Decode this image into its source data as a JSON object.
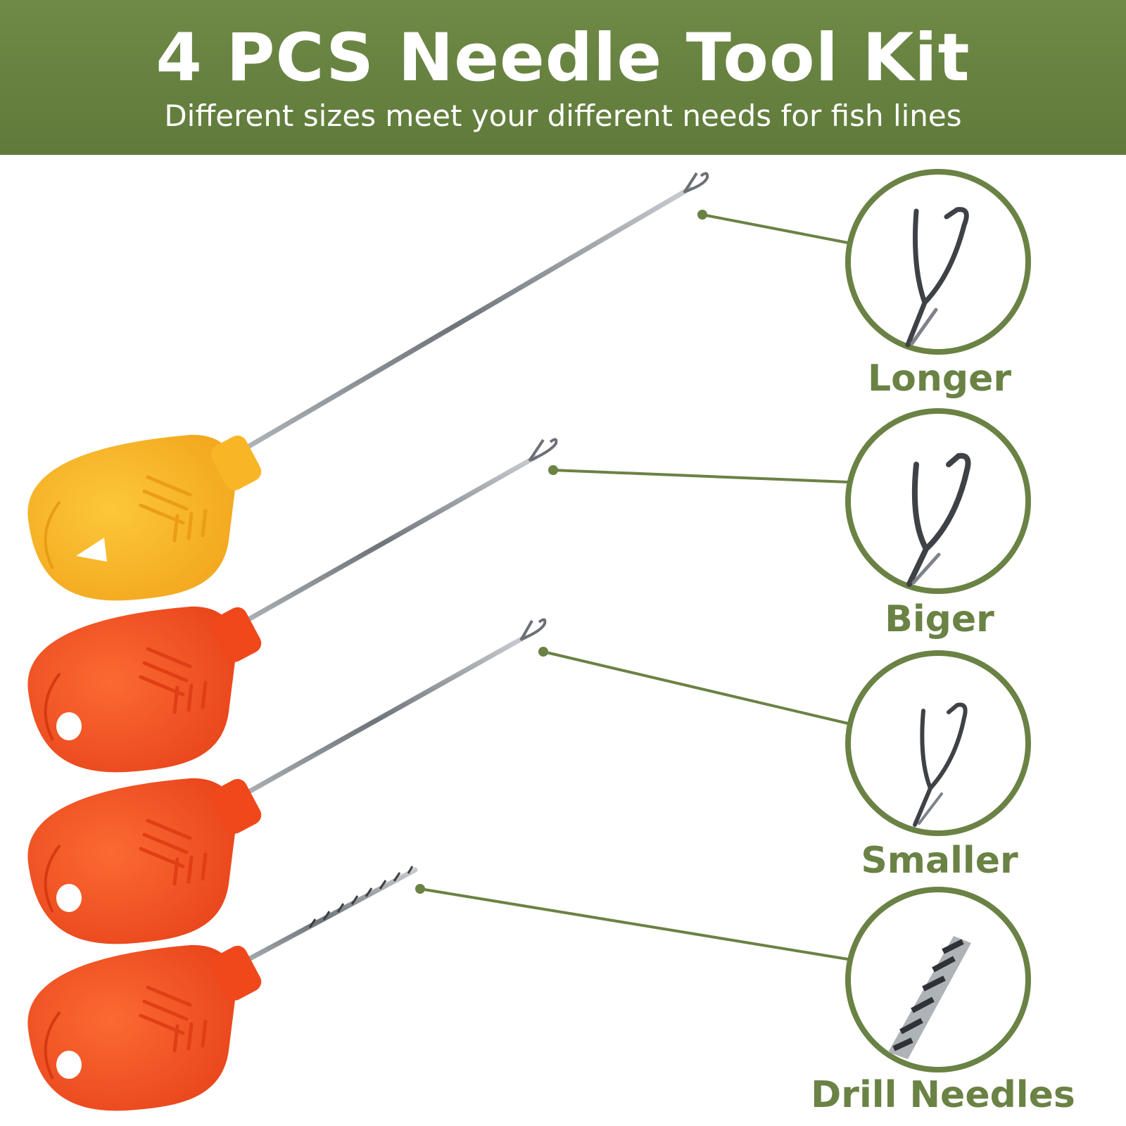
{
  "header": {
    "title": "4 PCS Needle Tool Kit",
    "subtitle": "Different sizes meet your different needs for fish lines"
  },
  "colors": {
    "banner": "#66813f",
    "accent": "#6a8244",
    "yellow_handle": "#f7b52a",
    "orange_handle": "#f4511e",
    "needle": "#8a8f94"
  },
  "tools": [
    {
      "label": "Longer",
      "handle_color": "yellow",
      "tip": "hook-needle-icon"
    },
    {
      "label": "Biger",
      "handle_color": "orange",
      "tip": "hook-needle-icon"
    },
    {
      "label": "Smaller",
      "handle_color": "orange",
      "tip": "hook-needle-icon"
    },
    {
      "label": "Drill Needles",
      "handle_color": "orange",
      "tip": "drill-bit-icon"
    }
  ]
}
